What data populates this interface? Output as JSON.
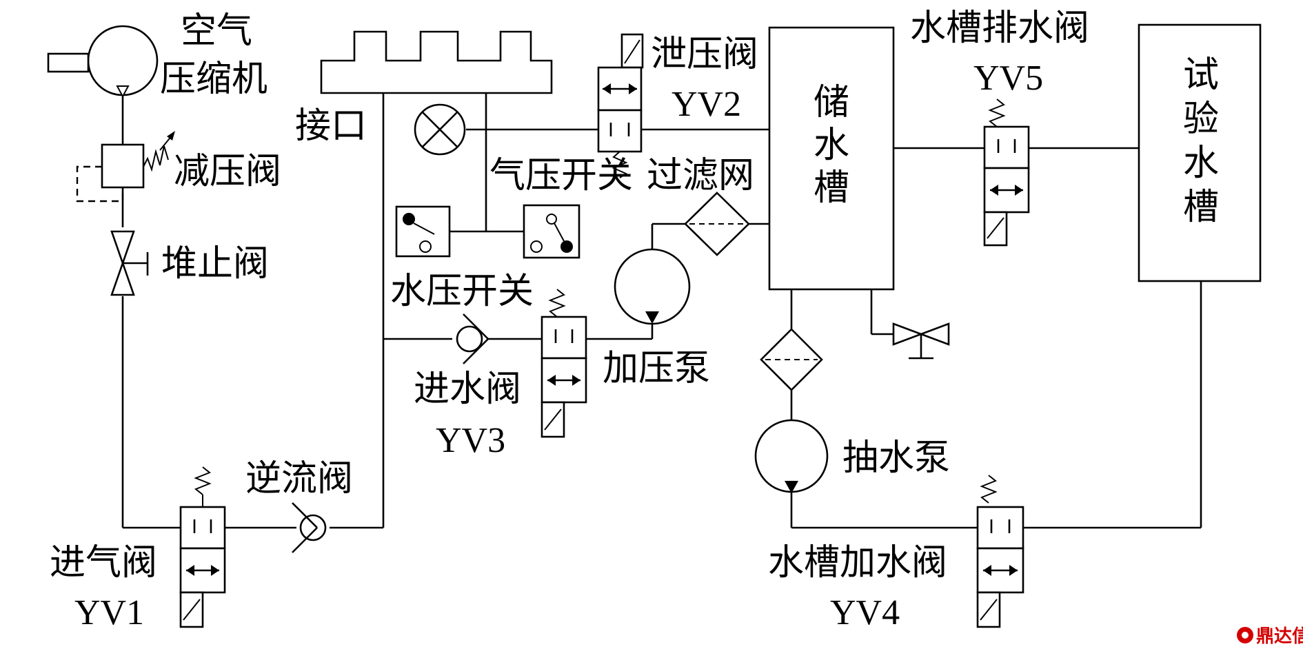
{
  "labels": {
    "air_compressor_line1": "空气",
    "air_compressor_line2": "压缩机",
    "pressure_reducing_valve": "减压阀",
    "stop_valve": "堆止阀",
    "inlet_air_valve": "进气阀",
    "inlet_air_valve_code": "YV1",
    "check_valve": "逆流阀",
    "interface": "接口",
    "pressure_relief_valve": "泄压阀",
    "pressure_relief_valve_code": "YV2",
    "air_pressure_switch": "气压开关",
    "filter": "过滤网",
    "water_pressure_switch": "水压开关",
    "water_inlet_valve": "进水阀",
    "water_inlet_valve_code": "YV3",
    "booster_pump": "加压泵",
    "storage_tank": [
      "储",
      "水",
      "槽"
    ],
    "tank_drain_valve": "水槽排水阀",
    "tank_drain_valve_code": "YV5",
    "test_tank": [
      "试",
      "验",
      "水",
      "槽"
    ],
    "suction_pump": "抽水泵",
    "tank_fill_valve": "水槽加水阀",
    "tank_fill_valve_code": "YV4"
  },
  "watermark": {
    "text": "鼎达信",
    "color": "#d40000"
  }
}
